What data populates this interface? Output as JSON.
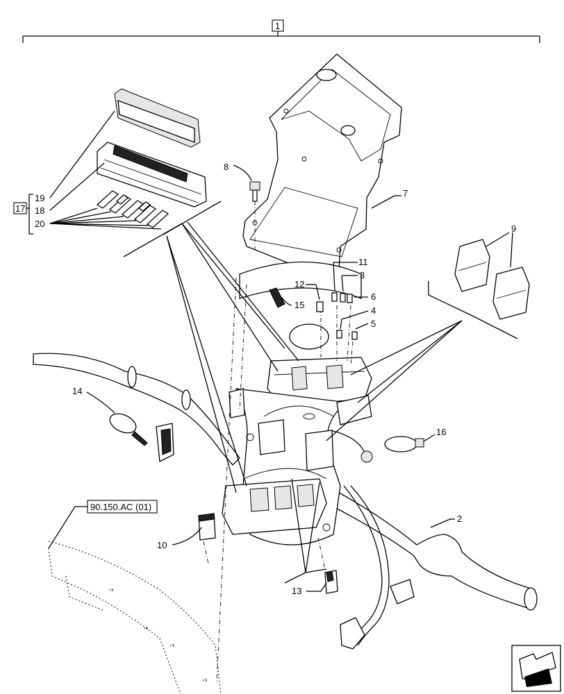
{
  "callouts": {
    "c1": "1",
    "c2": "2",
    "c3": "3",
    "c4": "4",
    "c5": "5",
    "c6": "6",
    "c7": "7",
    "c8": "8",
    "c9": "9",
    "c10": "10",
    "c11": "11",
    "c12": "12",
    "c13": "13",
    "c14": "14",
    "c15": "15",
    "c16": "16",
    "c17": "17",
    "c18": "18",
    "c19": "19",
    "c20": "20"
  },
  "reference": "90.150.AC (01)",
  "nav_icon": "next-page-arrow-icon"
}
